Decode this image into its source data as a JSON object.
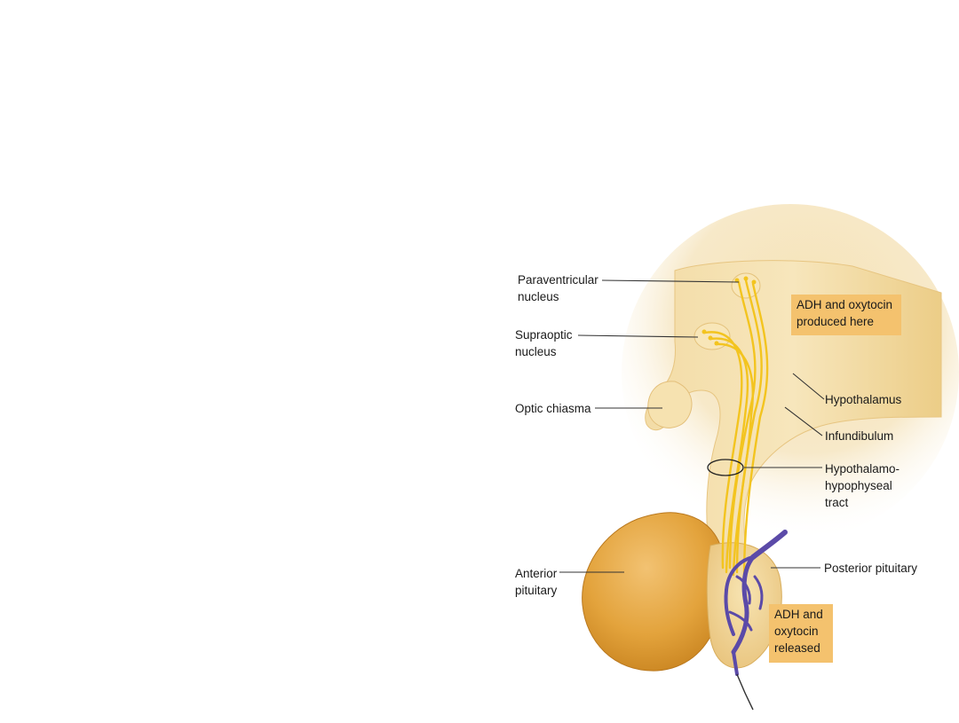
{
  "labels": {
    "paraventricular": [
      "Paraventricular",
      "nucleus"
    ],
    "supraoptic": [
      "Supraoptic",
      "nucleus"
    ],
    "optic_chiasma": "Optic chiasma",
    "hypothalamus": "Hypothalamus",
    "infundibulum": "Infundibulum",
    "tract": [
      "Hypothalamo-",
      "hypophyseal",
      "tract"
    ],
    "anterior_pituitary": [
      "Anterior",
      "pituitary"
    ],
    "posterior_pituitary": "Posterior pituitary"
  },
  "callouts": {
    "produced": [
      "ADH and oxytocin",
      "produced here"
    ],
    "released": [
      "ADH and",
      "oxytocin",
      "released"
    ]
  },
  "colors": {
    "tissue": "#f2d9a0",
    "tissue_edge": "#e3b96a",
    "anterior_pituitary": "#e7a93e",
    "axons": "#f6c624",
    "vessels": "#5b4aa8",
    "callout_bg": "#f4c26e"
  }
}
